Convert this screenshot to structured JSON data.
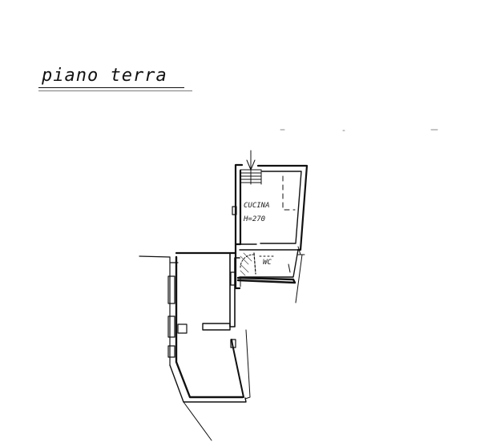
{
  "plan": {
    "title": "piano terra",
    "rooms": [
      {
        "id": "kitchen",
        "name": "CUCINA",
        "height": "H=270"
      },
      {
        "id": "bathroom",
        "name": "WC"
      }
    ]
  },
  "colors": {
    "ink": "#111111",
    "background": "#ffffff",
    "hatch": "#555555"
  }
}
